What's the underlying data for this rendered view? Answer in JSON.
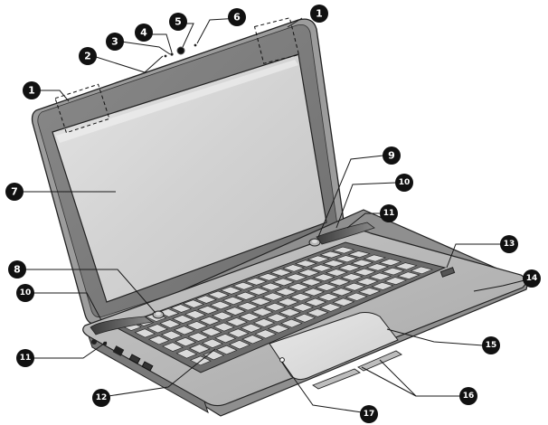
{
  "callouts": [
    {
      "id": "c1a",
      "label": "1"
    },
    {
      "id": "c1b",
      "label": "1"
    },
    {
      "id": "c2",
      "label": "2"
    },
    {
      "id": "c3",
      "label": "3"
    },
    {
      "id": "c4",
      "label": "4"
    },
    {
      "id": "c5",
      "label": "5"
    },
    {
      "id": "c6",
      "label": "6"
    },
    {
      "id": "c7",
      "label": "7"
    },
    {
      "id": "c8",
      "label": "8"
    },
    {
      "id": "c9",
      "label": "9"
    },
    {
      "id": "c10a",
      "label": "10"
    },
    {
      "id": "c10b",
      "label": "10"
    },
    {
      "id": "c11a",
      "label": "11"
    },
    {
      "id": "c11b",
      "label": "11"
    },
    {
      "id": "c12",
      "label": "12"
    },
    {
      "id": "c13",
      "label": "13"
    },
    {
      "id": "c14",
      "label": "14"
    },
    {
      "id": "c15",
      "label": "15"
    },
    {
      "id": "c16",
      "label": "16"
    },
    {
      "id": "c17",
      "label": "17"
    }
  ]
}
